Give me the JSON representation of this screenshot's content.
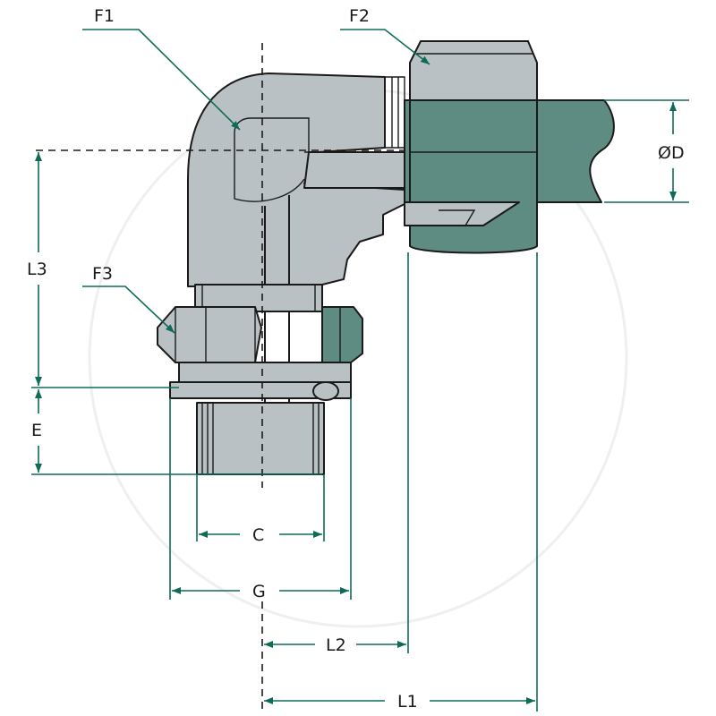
{
  "labels": {
    "f1": "F1",
    "f2": "F2",
    "f3": "F3",
    "od": "ØD",
    "l3": "L3",
    "e": "E",
    "c": "C",
    "g": "G",
    "l2": "L2",
    "l1": "L1"
  },
  "colors": {
    "steel": "#b9c1c4",
    "tube": "#5f8c82",
    "dimension": "#0e6b59",
    "outline": "#1a1a1a"
  }
}
